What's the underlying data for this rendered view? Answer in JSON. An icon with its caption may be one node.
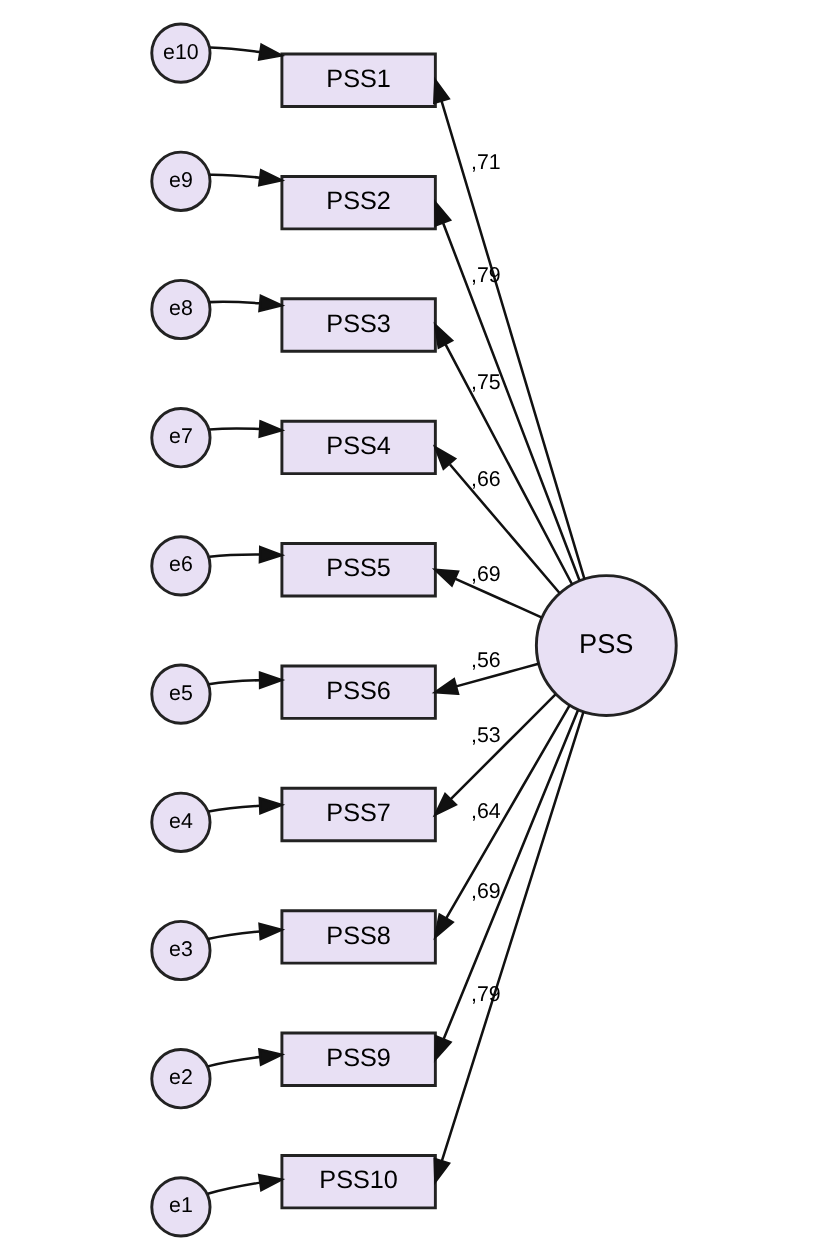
{
  "diagram": {
    "nodes": [
      {
        "text": [
          "e10"
        ]
      },
      {
        "text": [
          "PSS1"
        ]
      },
      {
        "text": [
          "e9"
        ]
      },
      {
        "text": [
          "PSS2"
        ]
      },
      {
        "text": [
          "e8"
        ]
      },
      {
        "text": [
          "PSS3"
        ]
      },
      {
        "text": [
          "e7"
        ]
      },
      {
        "text": [
          "PSS4"
        ]
      },
      {
        "text": [
          "e6"
        ]
      },
      {
        "text": [
          "PSS5"
        ]
      },
      {
        "text": [
          "e5"
        ]
      },
      {
        "text": [
          "PSS6"
        ]
      },
      {
        "text": [
          "e4"
        ]
      },
      {
        "text": [
          "PSS7"
        ]
      },
      {
        "text": [
          "e3"
        ]
      },
      {
        "text": [
          "PSS8"
        ]
      },
      {
        "text": [
          "e2"
        ]
      },
      {
        "text": [
          "PSS9"
        ]
      },
      {
        "text": [
          "e1"
        ]
      },
      {
        "text": [
          "PSS10"
        ]
      },
      {
        "text": [
          "PSS"
        ]
      }
    ],
    "edges": [
      {
        "from": 0,
        "to": 1,
        "arrow": "to"
      },
      {
        "from": 2,
        "to": 3,
        "arrow": "to"
      },
      {
        "from": 4,
        "to": 5,
        "arrow": "to"
      },
      {
        "from": 6,
        "to": 7,
        "arrow": "to"
      },
      {
        "from": 8,
        "to": 9,
        "arrow": "to"
      },
      {
        "from": 10,
        "to": 11,
        "arrow": "to"
      },
      {
        "from": 12,
        "to": 13,
        "arrow": "to"
      },
      {
        "from": 14,
        "to": 15,
        "arrow": "to"
      },
      {
        "from": 16,
        "to": 17,
        "arrow": "to"
      },
      {
        "from": 18,
        "to": 19,
        "arrow": "to"
      },
      {
        "from": 20,
        "to": 1,
        "arrow": "to",
        "label": ",71"
      },
      {
        "from": 20,
        "to": 3,
        "arrow": "to",
        "label": ",79"
      },
      {
        "from": 20,
        "to": 5,
        "arrow": "to",
        "label": ",75"
      },
      {
        "from": 20,
        "to": 7,
        "arrow": "to",
        "label": ",66"
      },
      {
        "from": 20,
        "to": 9,
        "arrow": "to",
        "label": ",69"
      },
      {
        "from": 20,
        "to": 11,
        "arrow": "to",
        "label": ",56"
      },
      {
        "from": 20,
        "to": 13,
        "arrow": "to",
        "label": ",53"
      },
      {
        "from": 20,
        "to": 15,
        "arrow": "to",
        "label": ",64"
      },
      {
        "from": 20,
        "to": 17,
        "arrow": "to",
        "label": ",69"
      },
      {
        "from": 20,
        "to": 19,
        "arrow": "to",
        "label": ",79"
      }
    ]
  }
}
